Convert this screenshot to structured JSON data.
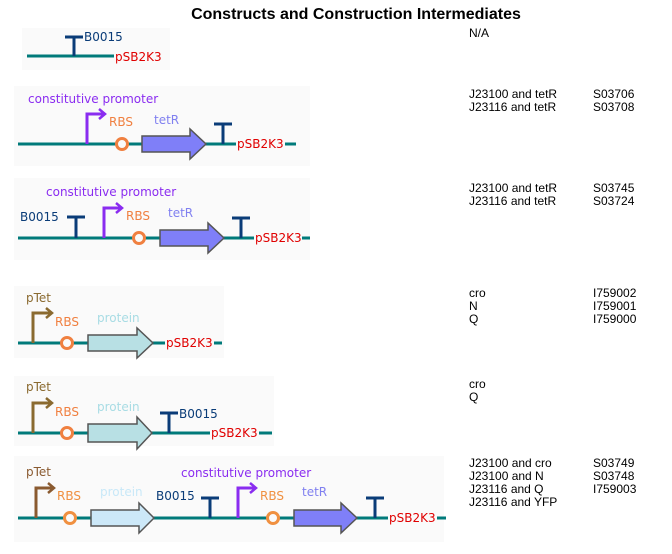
{
  "title": "Constructs and Construction Intermediates",
  "colors": {
    "backbone": "#007a7a",
    "terminator": "#0a3c78",
    "terminator_label": "#0a3c78",
    "plasmid_label": "#e00000",
    "constitutive_promoter": "#8a2cf0",
    "ptet_promoter": "#8a6a30",
    "ptet_promoter_last": "#8a5a30",
    "rbs": "#f08040",
    "rbs_last": "#f09040",
    "tetR_fill": "#7f7ff8",
    "protein_fill": "#b8e0e4",
    "protein_fill_last": "#cce8f8",
    "tetR_label": "#8080f0",
    "protein_label": "#a8dce4",
    "protein_label_last": "#c8e8f8"
  },
  "constructs": [
    {
      "id": "c1",
      "labels": {
        "terminator": "B0015",
        "plasmid": "pSB2K3"
      },
      "info": [
        {
          "name": "N/A",
          "code": ""
        }
      ]
    },
    {
      "id": "c2",
      "labels": {
        "promoter": "constitutive promoter",
        "rbs": "RBS",
        "gene": "tetR",
        "plasmid": "pSB2K3"
      },
      "info": [
        {
          "name": "J23100 and tetR",
          "code": "S03706"
        },
        {
          "name": "J23116 and tetR",
          "code": "S03708"
        }
      ]
    },
    {
      "id": "c3",
      "labels": {
        "terminator": "B0015",
        "promoter": "constitutive promoter",
        "rbs": "RBS",
        "gene": "tetR",
        "plasmid": "pSB2K3"
      },
      "info": [
        {
          "name": "J23100 and tetR",
          "code": "S03745"
        },
        {
          "name": "J23116 and tetR",
          "code": "S03724"
        }
      ]
    },
    {
      "id": "c4",
      "labels": {
        "promoter": "pTet",
        "rbs": "RBS",
        "gene": "protein",
        "plasmid": "pSB2K3"
      },
      "info": [
        {
          "name": "cro",
          "code": "I759002"
        },
        {
          "name": "N",
          "code": "I759001"
        },
        {
          "name": "Q",
          "code": "I759000"
        }
      ]
    },
    {
      "id": "c5",
      "labels": {
        "promoter": "pTet",
        "rbs": "RBS",
        "gene": "protein",
        "terminator": "B0015",
        "plasmid": "pSB2K3"
      },
      "info": [
        {
          "name": "cro",
          "code": ""
        },
        {
          "name": "Q",
          "code": ""
        }
      ]
    },
    {
      "id": "c6",
      "labels": {
        "promoter": "pTet",
        "rbs": "RBS",
        "gene": "protein",
        "terminator": "B0015",
        "promoter2": "constitutive promoter",
        "rbs2": "RBS",
        "gene2": "tetR",
        "plasmid": "pSB2K3"
      },
      "info": [
        {
          "name": "J23100 and cro",
          "code": "S03749"
        },
        {
          "name": "J23100 and N",
          "code": "S03748"
        },
        {
          "name": "J23116 and Q",
          "code": "I759003"
        },
        {
          "name": "J23116 and YFP",
          "code": ""
        }
      ]
    }
  ]
}
